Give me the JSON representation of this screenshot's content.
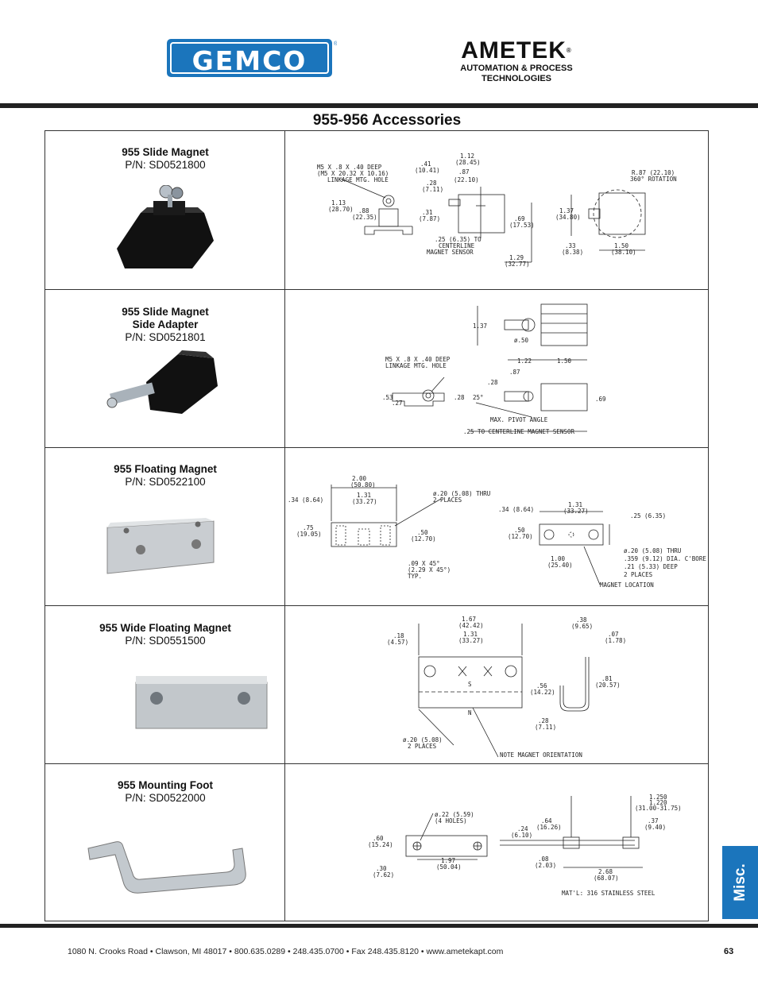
{
  "header": {
    "gemco_logo": "GEMCO",
    "ametek_logo": "AMETEK",
    "ametek_tagline_line1": "AUTOMATION & PROCESS",
    "ametek_tagline_line2": "TECHNOLOGIES"
  },
  "page_title": "955-956 Accessories",
  "products": [
    {
      "name_lines": [
        "955 Slide Magnet"
      ],
      "part_number": "P/N: SD0521800",
      "drawing_labels": [
        "M5 X .8 X .40 DEEP",
        "(M5 X 20.32 X 10.16)",
        "LINKAGE MTG. HOLE",
        ".41",
        "(10.41)",
        "1.12",
        "(28.45)",
        ".87",
        "(22.10)",
        ".28",
        "(7.11)",
        "R.87 (22.10)",
        "360° ROTATION",
        "1.13",
        "(28.70)",
        ".88",
        "(22.35)",
        ".31",
        "(7.87)",
        ".69",
        "(17.53)",
        "1.37",
        "(34.80)",
        ".25 (6.35) TO",
        "CENTERLINE",
        "MAGNET SENSOR",
        ".33",
        "(8.38)",
        "1.50",
        "(38.10)",
        "1.29",
        "(32.77)"
      ]
    },
    {
      "name_lines": [
        "955 Slide Magnet",
        "Side Adapter"
      ],
      "part_number": "P/N: SD0521801",
      "drawing_labels": [
        "1.37",
        "ø.50",
        "M5 X .8 X .40 DEEP",
        "LINKAGE MTG. HOLE",
        "1.22",
        "1.50",
        ".87",
        ".28",
        ".53",
        ".27",
        ".28",
        "25°",
        ".69",
        "MAX. PIVOT ANGLE",
        ".25 TO CENTERLINE MAGNET SENSOR"
      ]
    },
    {
      "name_lines": [
        "955 Floating Magnet"
      ],
      "part_number": "P/N: SD0522100",
      "drawing_labels": [
        "2.00",
        "(50.80)",
        "ø.20 (5.08) THRU",
        "2 PLACES",
        ".34 (8.64)",
        "1.31",
        "(33.27)",
        ".75",
        "(19.05)",
        ".50",
        "(12.70)",
        ".09 X 45°",
        "(2.29 X 45°)",
        "TYP.",
        ".34 (8.64)",
        "1.31",
        "(33.27)",
        ".25 (6.35)",
        ".50",
        "(12.70)",
        "1.00",
        "(25.40)",
        "ø.20 (5.08) THRU",
        ".359 (9.12) DIA. C'BORE",
        ".21 (5.33) DEEP",
        "2 PLACES",
        "MAGNET LOCATION"
      ]
    },
    {
      "name_lines": [
        "955 Wide Floating Magnet"
      ],
      "part_number": "P/N: SD0551500",
      "drawing_labels": [
        "1.67",
        "(42.42)",
        ".18",
        "(4.57)",
        "1.31",
        "(33.27)",
        ".38",
        "(9.65)",
        ".07",
        "(1.78)",
        "S",
        ".56",
        "(14.22)",
        ".81",
        "(20.57)",
        "N",
        ".28",
        "(7.11)",
        "ø.20 (5.08)",
        "2 PLACES",
        "NOTE MAGNET ORIENTATION"
      ]
    },
    {
      "name_lines": [
        "955 Mounting Foot"
      ],
      "part_number": "P/N: SD0522000",
      "drawing_labels": [
        "1.250",
        "1.220",
        "(31.00-31.75)",
        "ø.22 (5.59)",
        "(4 HOLES)",
        ".64",
        "(16.26)",
        ".37",
        "(9.40)",
        ".24",
        "(6.10)",
        ".60",
        "(15.24)",
        ".08",
        "(2.03)",
        ".30",
        "(7.62)",
        "1.97",
        "(50.04)",
        "2.68",
        "(68.07)",
        "MAT'L: 316 STAINLESS STEEL"
      ]
    }
  ],
  "footer": {
    "address": "1080 N. Crooks Road • Clawson, MI 48017 • 800.635.0289 • 248.435.0700 • Fax 248.435.8120 • www.ametekapt.com",
    "page_number": "63",
    "side_tab": "Misc."
  }
}
